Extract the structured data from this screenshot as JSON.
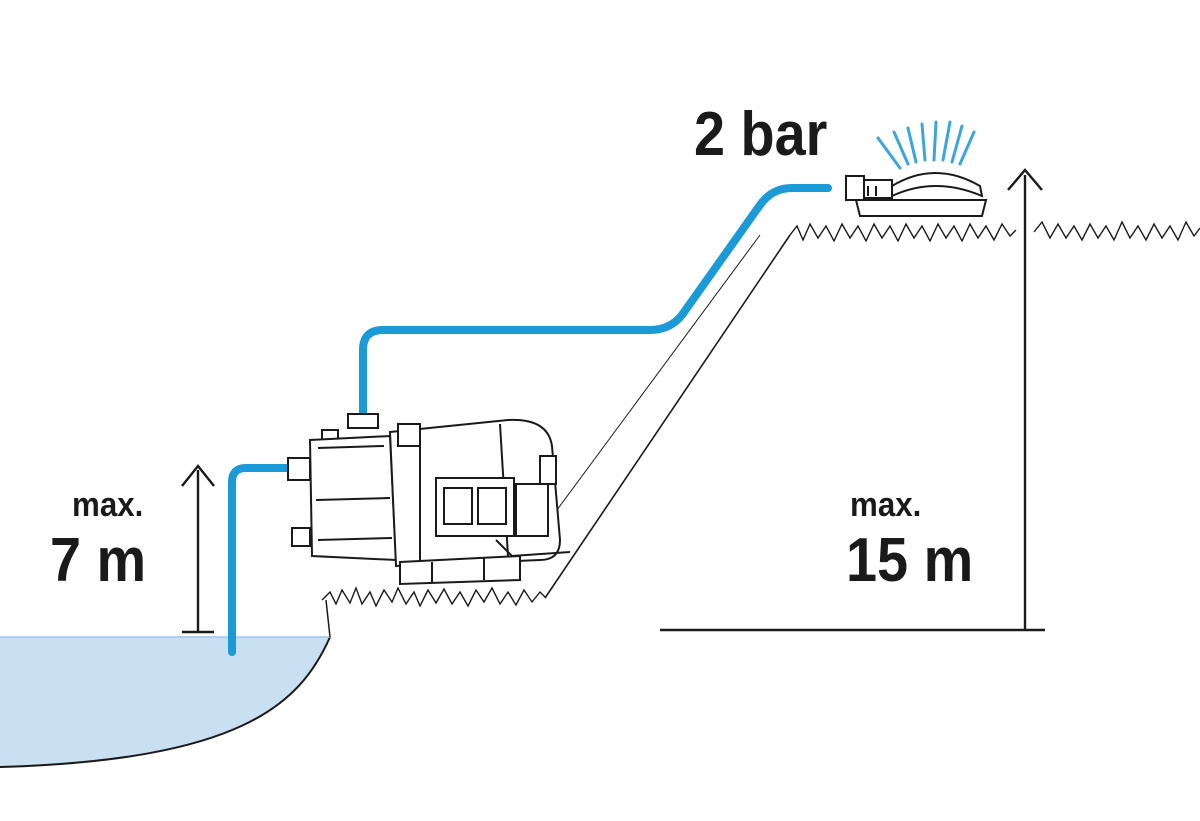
{
  "labels": {
    "pressure": "2 bar",
    "suction_max": "max.",
    "suction_value": "7 m",
    "head_max": "max.",
    "head_value": "15 m"
  },
  "colors": {
    "water_fill": "#c9dff2",
    "hose": "#1a9ad6",
    "spray": "#3aa6dd",
    "line": "#1a1a1a"
  }
}
